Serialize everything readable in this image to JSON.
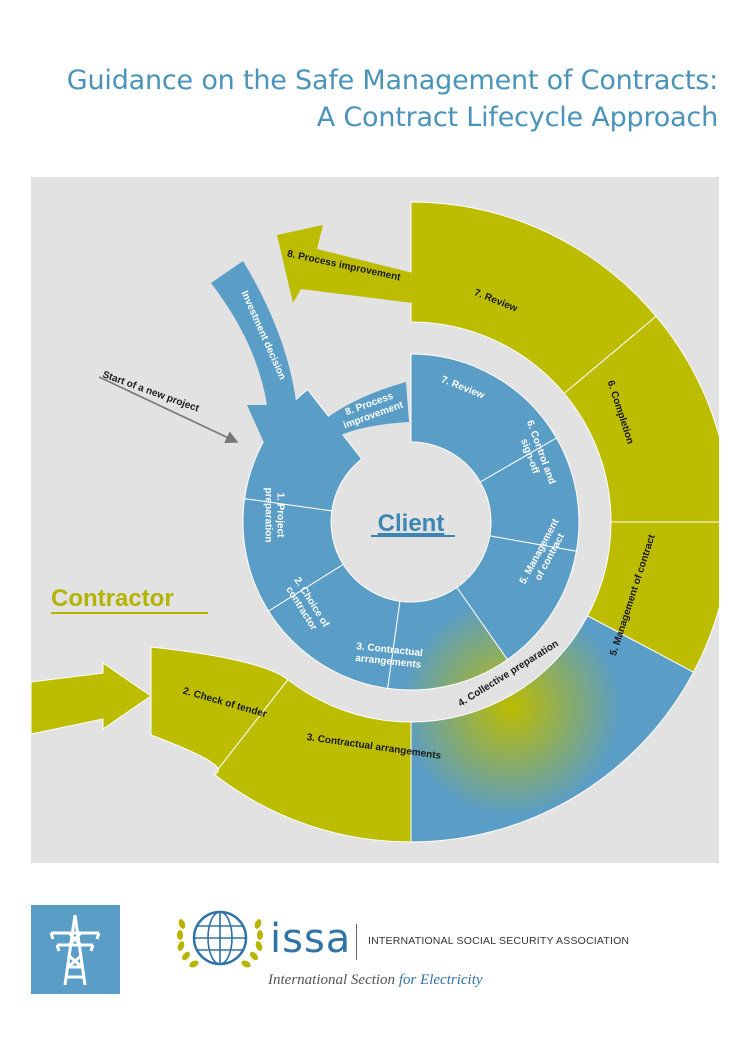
{
  "title": {
    "line1": "Guidance on the Safe Management of Contracts:",
    "line2": "A Contract Lifecycle Approach"
  },
  "diagram": {
    "center_label": "Client",
    "contractor_label": "Contractor",
    "start_label": "Start of a new project",
    "inner_segments": [
      {
        "id": "project-preparation",
        "lines": [
          "1. Project",
          "preparation"
        ]
      },
      {
        "id": "choice-of-contractor",
        "lines": [
          "2. Choice of",
          "contractor"
        ]
      },
      {
        "id": "contractual-arrangements",
        "lines": [
          "3. Contractual",
          "arrangements"
        ]
      },
      {
        "id": "management-of-contract",
        "lines": [
          "5. Management",
          "of contract"
        ]
      },
      {
        "id": "control-and-signoff",
        "lines": [
          "6. Control and",
          "sign-off"
        ]
      },
      {
        "id": "review",
        "lines": [
          "7. Review"
        ]
      }
    ],
    "outer_segments": [
      {
        "id": "review",
        "text": "7. Review"
      },
      {
        "id": "completion",
        "text": "6. Completion"
      },
      {
        "id": "management-of-contract",
        "text": "5. Management of contract"
      },
      {
        "id": "collective-preparation",
        "text": "4. Collective preparation"
      },
      {
        "id": "contractual-arrangements",
        "text": "3. Contractual arrangements"
      },
      {
        "id": "check-of-tender",
        "text": "2. Check of tender"
      }
    ],
    "arrows": {
      "investment_decision": "Investment decision",
      "process_improvement_inner": [
        "8. Process",
        "improvement"
      ],
      "process_improvement_outer": "8. Process improvement"
    },
    "colors": {
      "background": "#e2e2e2",
      "blue": "#5a9dc7",
      "green": "#bcbc00",
      "contractor": "#b3b300"
    }
  },
  "footer": {
    "icon": "power-pylon-icon",
    "logo_icon": "globe-wreath-icon",
    "issa": "issa",
    "issa_full": "INTERNATIONAL SOCIAL SECURITY ASSOCIATION",
    "section_prefix": "International Section ",
    "section_highlight": "for Electricity"
  }
}
